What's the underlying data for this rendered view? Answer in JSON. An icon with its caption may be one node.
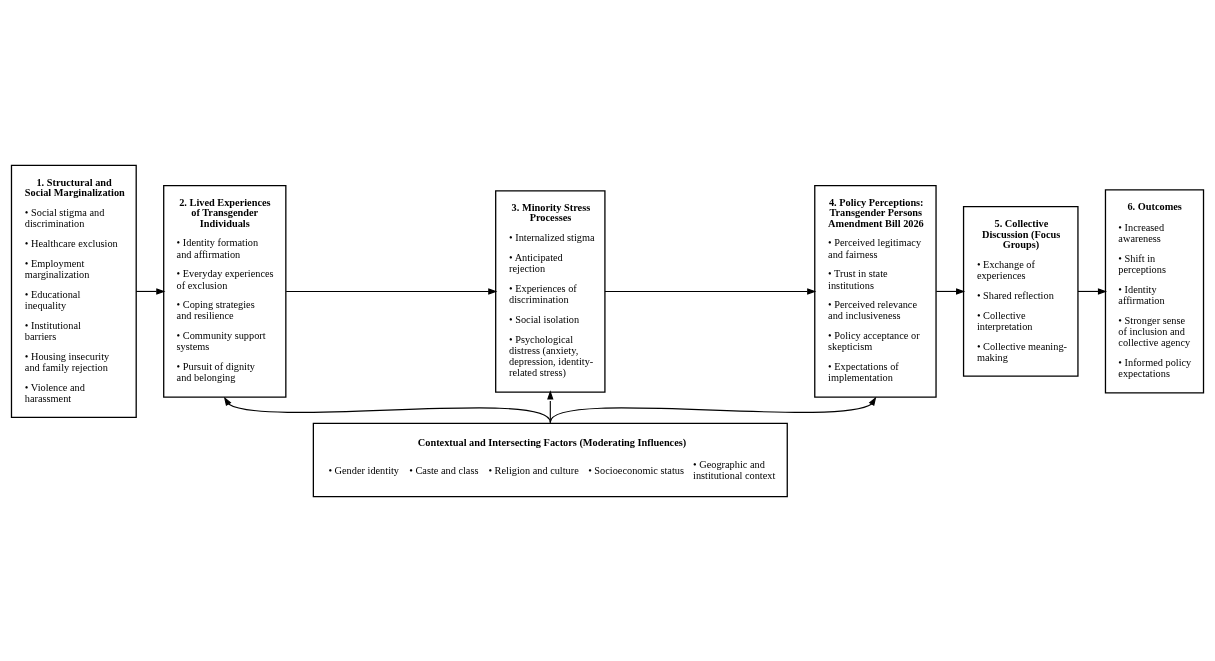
{
  "diagram": {
    "nodes": [
      {
        "text": [
          "1. Structural and Social Marginalization",
          "• Social stigma and discrimination",
          "• Healthcare exclusion",
          "• Employment marginalization",
          "• Educational inequality",
          "• Institutional barriers",
          "• Housing insecurity and family rejection",
          "• Violence and harassment"
        ]
      },
      {
        "text": [
          "2. Lived Experiences of Transgender Individuals",
          "• Identity formation and affirmation",
          "• Everyday experiences of exclusion",
          "• Coping strategies and resilience",
          "• Community support systems",
          "• Pursuit of dignity and belonging"
        ]
      },
      {
        "text": [
          "3. Minority Stress Processes",
          "• Internalized stigma",
          "• Anticipated rejection",
          "• Experiences of discrimination",
          "• Social isolation",
          "• Psychological distress (anxiety, depression, identity-related stress)"
        ]
      },
      {
        "text": [
          "4. Policy Perceptions: Transgender Persons Amendment Bill 2026",
          "• Perceived legitimacy and fairness",
          "• Trust in state institutions",
          "• Perceived relevance and inclusiveness",
          "• Policy acceptance or skepticism",
          "• Expectations of implementation"
        ]
      },
      {
        "text": [
          "5. Collective Discussion (Focus Groups)",
          "• Exchange of experiences",
          "• Shared reflection",
          "• Collective interpretation",
          "• Collective meaning-making"
        ]
      },
      {
        "text": [
          "6. Outcomes",
          "• Increased awareness",
          "• Shift in perceptions",
          "• Identity affirmation",
          "• Stronger sense of inclusion and collective agency",
          "• Informed policy expectations"
        ]
      },
      {
        "text": [
          "Contextual and Intersecting Factors (Moderating Influences)",
          "• Gender identity",
          "• Caste and class",
          "• Religion and culture",
          "• Socioeconomic status",
          "• Geographic and institutional context"
        ]
      }
    ],
    "edges": [
      {
        "from": 0,
        "to": 1,
        "arrow": "to"
      },
      {
        "from": 1,
        "to": 2,
        "arrow": "to"
      },
      {
        "from": 2,
        "to": 3,
        "arrow": "to"
      },
      {
        "from": 3,
        "to": 4,
        "arrow": "to"
      },
      {
        "from": 4,
        "to": 5,
        "arrow": "to"
      },
      {
        "from": 6,
        "to": 1,
        "arrow": "to"
      },
      {
        "from": 6,
        "to": 2,
        "arrow": "to"
      },
      {
        "from": 6,
        "to": 3,
        "arrow": "to"
      }
    ]
  }
}
